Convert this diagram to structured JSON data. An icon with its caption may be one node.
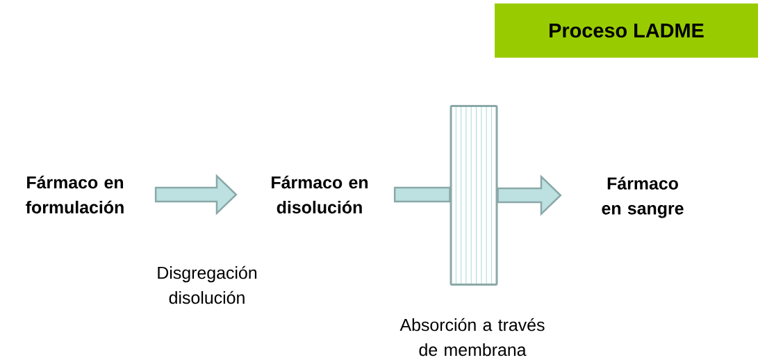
{
  "diagram": {
    "title": "Proceso LADME",
    "nodes": [
      {
        "text": [
          "Fármaco en formulación"
        ]
      },
      {
        "text": [
          "Fármaco en disolución"
        ]
      },
      {
        "text": [],
        "shape": "bar",
        "beside": [
          "Absorción a través de membrana"
        ]
      },
      {
        "text": [
          "Fármaco en sangre"
        ]
      }
    ],
    "edges": [
      {
        "from": 0,
        "to": 1,
        "arrow": "to"
      },
      {
        "from": 1,
        "to": 2,
        "arrow": "none"
      },
      {
        "from": 2,
        "to": 3,
        "arrow": "to"
      }
    ],
    "labels": [
      "Disgregación disolución"
    ]
  }
}
